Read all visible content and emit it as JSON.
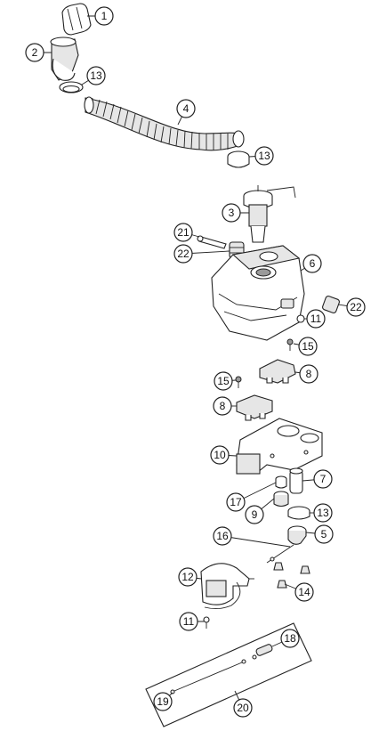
{
  "highlight_color": "#e8732a",
  "highlighted_callout": "5",
  "callouts": [
    {
      "id": "c1",
      "label": "1"
    },
    {
      "id": "c2",
      "label": "2"
    },
    {
      "id": "c13a",
      "label": "13"
    },
    {
      "id": "c4",
      "label": "4"
    },
    {
      "id": "c13b",
      "label": "13"
    },
    {
      "id": "c3",
      "label": "3"
    },
    {
      "id": "c21",
      "label": "21"
    },
    {
      "id": "c22a",
      "label": "22"
    },
    {
      "id": "c6",
      "label": "6"
    },
    {
      "id": "c22b",
      "label": "22"
    },
    {
      "id": "c11a",
      "label": "11"
    },
    {
      "id": "c15a",
      "label": "15"
    },
    {
      "id": "c8a",
      "label": "8"
    },
    {
      "id": "c15b",
      "label": "15"
    },
    {
      "id": "c8b",
      "label": "8"
    },
    {
      "id": "c10",
      "label": "10"
    },
    {
      "id": "c7",
      "label": "7"
    },
    {
      "id": "c17",
      "label": "17"
    },
    {
      "id": "c9",
      "label": "9"
    },
    {
      "id": "c13c",
      "label": "13"
    },
    {
      "id": "c16",
      "label": "16"
    },
    {
      "id": "c5",
      "label": "5"
    },
    {
      "id": "c12",
      "label": "12"
    },
    {
      "id": "c14",
      "label": "14"
    },
    {
      "id": "c11b",
      "label": "11"
    },
    {
      "id": "c18",
      "label": "18"
    },
    {
      "id": "c19",
      "label": "19"
    },
    {
      "id": "c20",
      "label": "20"
    }
  ]
}
